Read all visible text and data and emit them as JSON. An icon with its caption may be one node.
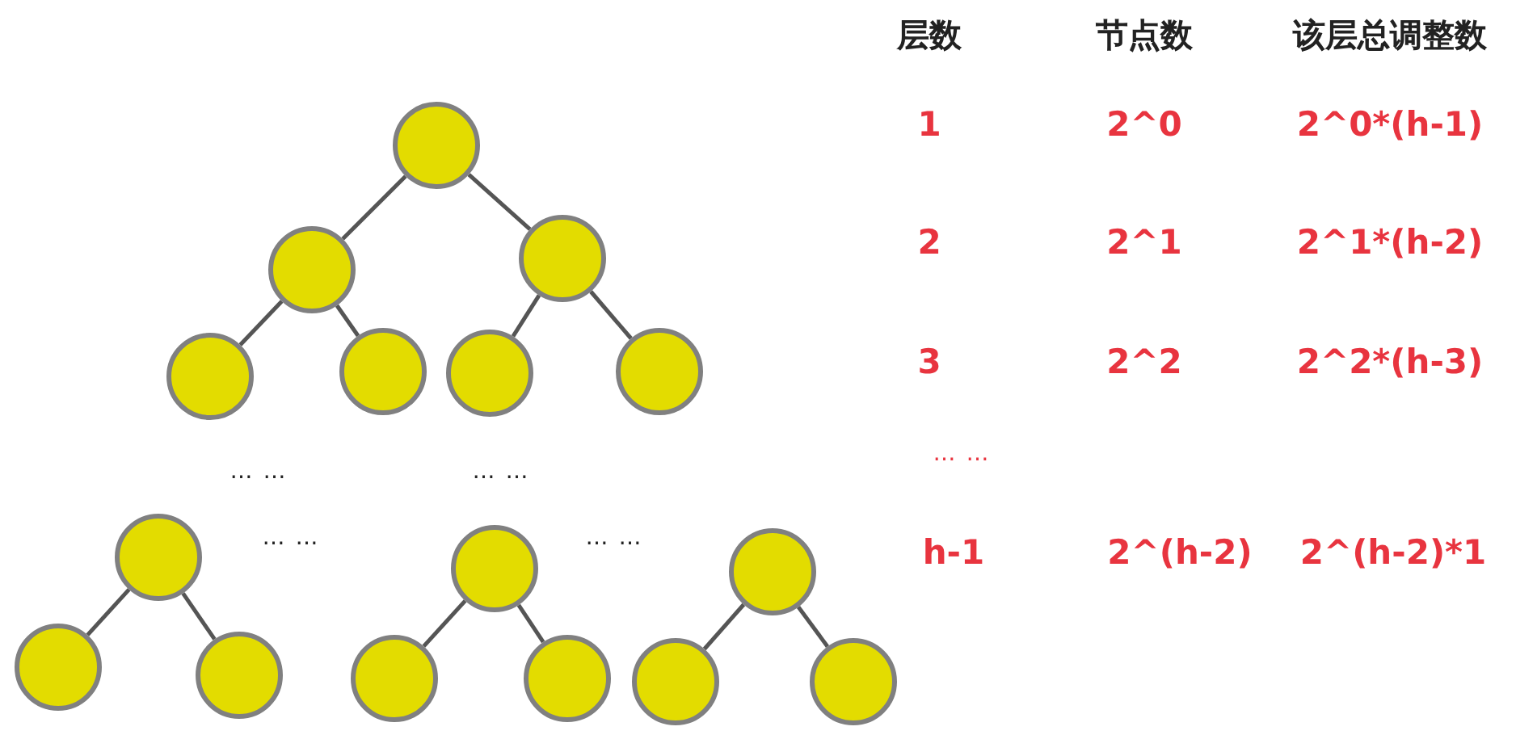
{
  "diagram": {
    "nodes": [
      {
        "text": [],
        "shape": "circle"
      },
      {
        "text": [],
        "shape": "circle"
      },
      {
        "text": [],
        "shape": "circle"
      },
      {
        "text": [],
        "shape": "circle"
      },
      {
        "text": [],
        "shape": "circle"
      },
      {
        "text": [],
        "shape": "circle"
      },
      {
        "text": [],
        "shape": "circle"
      },
      {
        "text": [],
        "shape": "circle"
      },
      {
        "text": [],
        "shape": "circle"
      },
      {
        "text": [],
        "shape": "circle"
      },
      {
        "text": [],
        "shape": "circle"
      },
      {
        "text": [],
        "shape": "circle"
      },
      {
        "text": [],
        "shape": "circle"
      },
      {
        "text": [],
        "shape": "circle"
      },
      {
        "text": [],
        "shape": "circle"
      },
      {
        "text": [],
        "shape": "circle"
      }
    ],
    "edges": [
      {
        "from": 0,
        "to": 1,
        "arrow": "none"
      },
      {
        "from": 0,
        "to": 2,
        "arrow": "none"
      },
      {
        "from": 1,
        "to": 3,
        "arrow": "none"
      },
      {
        "from": 1,
        "to": 4,
        "arrow": "none"
      },
      {
        "from": 2,
        "to": 5,
        "arrow": "none"
      },
      {
        "from": 2,
        "to": 6,
        "arrow": "none"
      },
      {
        "from": 7,
        "to": 8,
        "arrow": "none"
      },
      {
        "from": 7,
        "to": 9,
        "arrow": "none"
      },
      {
        "from": 10,
        "to": 11,
        "arrow": "none"
      },
      {
        "from": 10,
        "to": 12,
        "arrow": "none"
      },
      {
        "from": 13,
        "to": 14,
        "arrow": "none"
      },
      {
        "from": 13,
        "to": 15,
        "arrow": "none"
      }
    ],
    "labels": [
      "层数",
      "节点数",
      "该层总调整数",
      "1",
      "2^0",
      "2^0*(h-1)",
      "2",
      "2^1",
      "2^1*(h-2)",
      "3",
      "2^2",
      "2^2*(h-3)",
      "… …",
      "… …",
      "… …",
      "… …",
      "… …",
      "h-1",
      "2^(h-2)",
      "2^(h-2)*1"
    ]
  }
}
